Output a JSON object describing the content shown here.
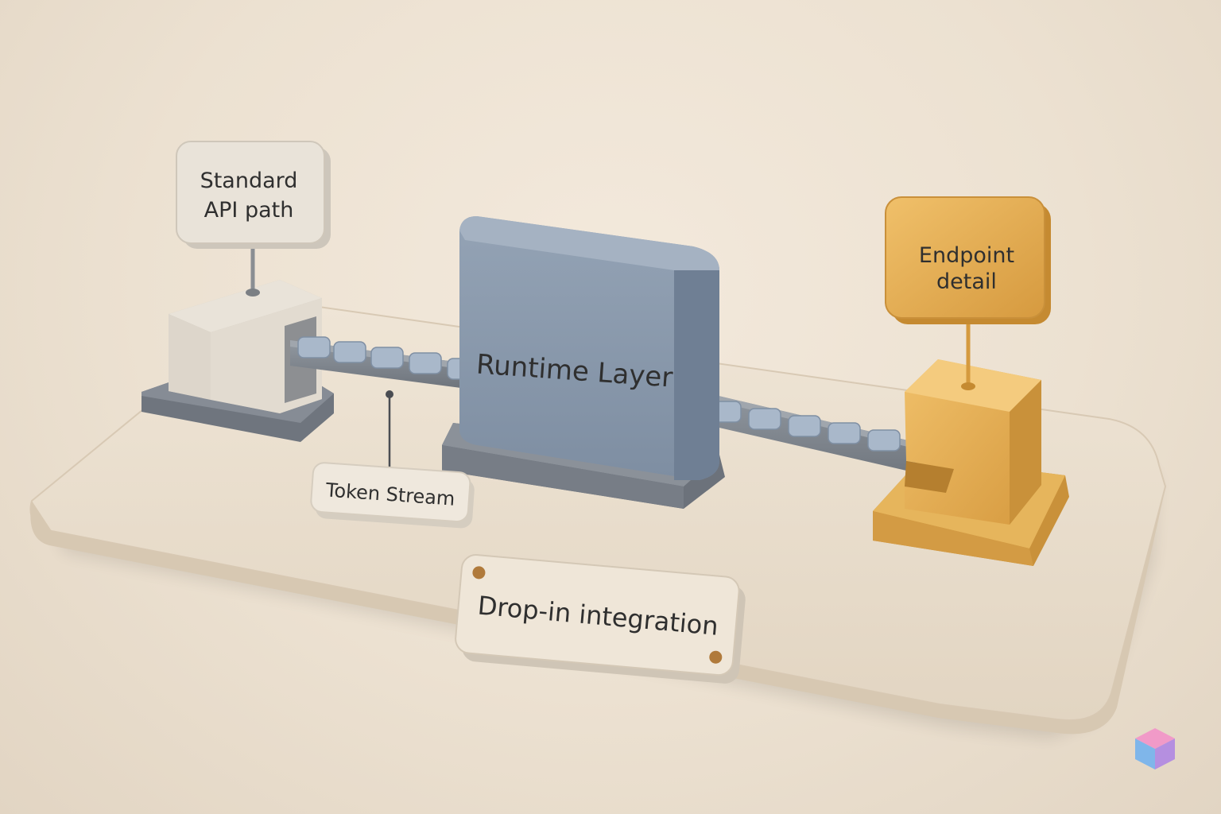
{
  "diagram": {
    "source_label": {
      "lines": [
        "Standard",
        "API path"
      ]
    },
    "runtime_label": "Runtime Layer",
    "endpoint_label": {
      "lines": [
        "Endpoint",
        "detail"
      ]
    },
    "stream_label": "Token Stream",
    "footer_plaque": "Drop-in integration"
  },
  "colors": {
    "background": "#ede2d3",
    "base_platform": "#e8dccb",
    "source_block": "#e4ddd1",
    "runtime_block": "#8797aa",
    "endpoint_block": "#e3ad52",
    "rail": "#7f858d",
    "token": "#a9b8ca",
    "plaque": "#efe6d8",
    "rivet": "#b07a3b"
  },
  "icons": {
    "corner_logo": "cube-icon",
    "pins": "rivet-icon"
  }
}
